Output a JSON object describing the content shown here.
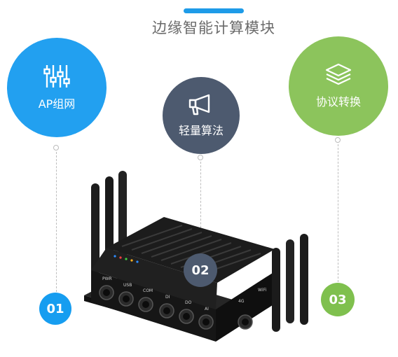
{
  "header": {
    "title": "边缘智能计算模块"
  },
  "features": [
    {
      "label": "AP组网",
      "icon": "sliders-icon",
      "number": "01",
      "color": "#22a0f0"
    },
    {
      "label": "轻量算法",
      "icon": "megaphone-icon",
      "number": "02",
      "color": "#4d5a6f"
    },
    {
      "label": "协议转换",
      "icon": "layers-icon",
      "number": "03",
      "color": "#8cc45c"
    }
  ],
  "device": {
    "ports": [
      "PWR",
      "USB",
      "COM",
      "DI",
      "DO",
      "AI"
    ],
    "side_ports": [
      "4G",
      "WiFi"
    ]
  }
}
